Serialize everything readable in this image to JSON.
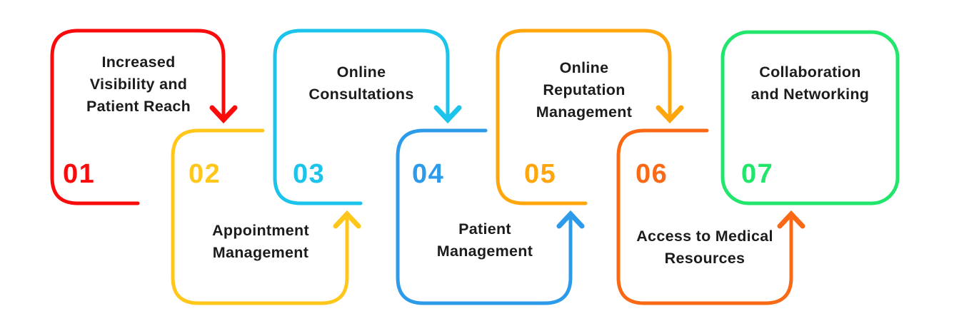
{
  "diagram": {
    "background_color": "#ffffff",
    "text_color": "#1c1c1c",
    "steps": [
      {
        "number": "01",
        "label": "Increased Visibility and Patient Reach",
        "lines": [
          "Increased",
          "Visibility and",
          "Patient Reach"
        ],
        "color": "#f90b0b",
        "arrow_direction": "down"
      },
      {
        "number": "02",
        "label": "Appointment Management",
        "lines": [
          "Appointment",
          "Management"
        ],
        "color": "#ffc71b",
        "arrow_direction": "up"
      },
      {
        "number": "03",
        "label": "Online Consultations",
        "lines": [
          "Online",
          "Consultations"
        ],
        "color": "#1cc3ea",
        "arrow_direction": "down"
      },
      {
        "number": "04",
        "label": "Patient Management",
        "lines": [
          "Patient",
          "Management"
        ],
        "color": "#2e9bea",
        "arrow_direction": "up"
      },
      {
        "number": "05",
        "label": "Online Reputation Management",
        "lines": [
          "Online",
          "Reputation",
          "Management"
        ],
        "color": "#ffa60d",
        "arrow_direction": "down"
      },
      {
        "number": "06",
        "label": "Access to Medical Resources",
        "lines": [
          "Access to Medical",
          "Resources"
        ],
        "color": "#fa6a16",
        "arrow_direction": "up"
      },
      {
        "number": "07",
        "label": "Collaboration and Networking",
        "lines": [
          "Collaboration",
          "and Networking"
        ],
        "color": "#21e66b",
        "arrow_direction": "none"
      }
    ]
  }
}
